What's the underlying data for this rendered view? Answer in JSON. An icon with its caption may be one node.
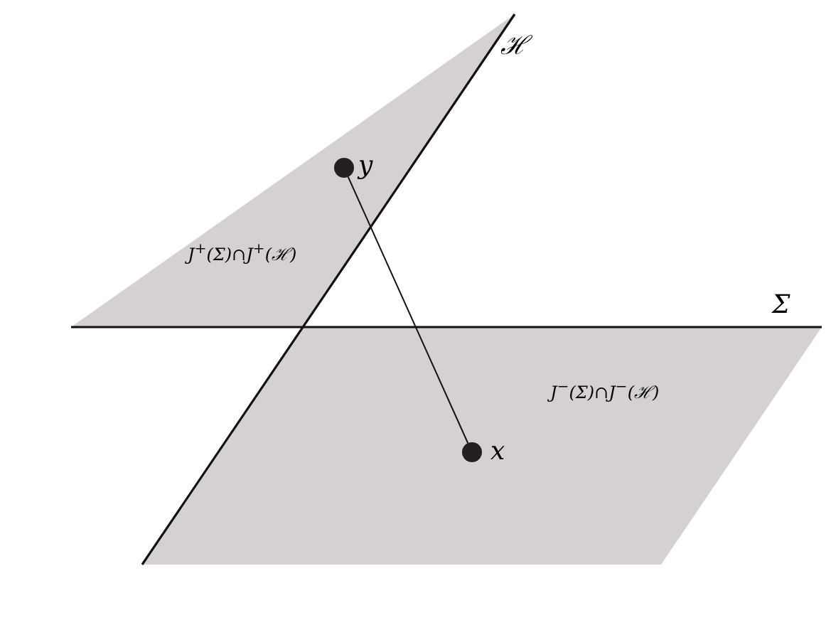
{
  "diagram": {
    "nodes": [
      {
        "text": [
          "J$^{+}$(Σ)∩J$^{+}$(ℋ)"
        ]
      },
      {
        "text": [
          "J$^{−}$(Σ)∩J$^{−}$(ℋ)"
        ]
      },
      {
        "text": [],
        "shape": "circle",
        "beside": [
          "y"
        ],
        "in": 0
      },
      {
        "text": [],
        "shape": "circle",
        "beside": [
          "x"
        ],
        "in": 1
      }
    ],
    "edges": [
      {
        "from": 3,
        "to": 2,
        "arrow": "none"
      }
    ],
    "labels": [
      "ℋ",
      "Σ"
    ]
  }
}
